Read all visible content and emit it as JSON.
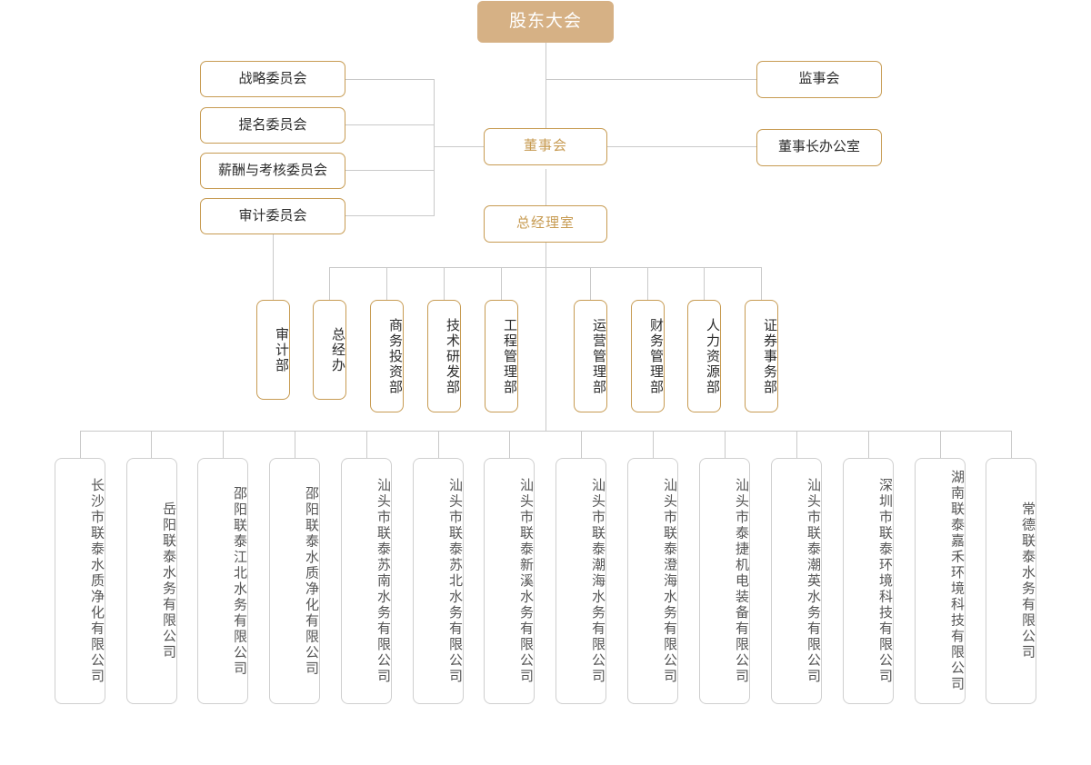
{
  "chart": {
    "type": "org-chart",
    "title": "",
    "colors": {
      "gold_fill": "#d6b185",
      "gold_border": "#c79b52",
      "gold_text": "#c79b52",
      "gray_border": "#cfcfcf",
      "connector": "#c9c9c9",
      "dark_text": "#2b2b2b",
      "sub_text": "#555555",
      "background": "#ffffff"
    }
  },
  "governance": {
    "shareholders_meeting": "股东大会",
    "board_of_directors": "董事会",
    "supervisory_board": "监事会",
    "chairman_office": "董事长办公室",
    "general_manager_office": "总经理室"
  },
  "committees": [
    {
      "label": "战略委员会"
    },
    {
      "label": "提名委员会"
    },
    {
      "label": "薪酬与考核委员会"
    },
    {
      "label": "审计委员会"
    }
  ],
  "departments": {
    "audit": {
      "label": "审计部"
    },
    "under_gm": [
      {
        "label": "总经办"
      },
      {
        "label": "商务投资部"
      },
      {
        "label": "技术研发部"
      },
      {
        "label": "工程管理部"
      },
      {
        "label": "运营管理部"
      },
      {
        "label": "财务管理部"
      },
      {
        "label": "人力资源部"
      },
      {
        "label": "证券事务部"
      }
    ]
  },
  "subsidiaries": [
    {
      "label": "长沙市联泰水质净化有限公司"
    },
    {
      "label": "岳阳联泰水务有限公司"
    },
    {
      "label": "邵阳联泰江北水务有限公司"
    },
    {
      "label": "邵阳联泰水质净化有限公司"
    },
    {
      "label": "汕头市联泰苏南水务有限公司"
    },
    {
      "label": "汕头市联泰苏北水务有限公司"
    },
    {
      "label": "汕头市联泰新溪水务有限公司"
    },
    {
      "label": "汕头市联泰潮海水务有限公司"
    },
    {
      "label": "汕头市联泰澄海水务有限公司"
    },
    {
      "label": "汕头市泰捷机电装备有限公司"
    },
    {
      "label": "汕头市联泰潮英水务有限公司"
    },
    {
      "label": "深圳市联泰环境科技有限公司"
    },
    {
      "label": "湖南联泰嘉禾环境科技有限公司"
    },
    {
      "label": "常德联泰水务有限公司"
    }
  ]
}
